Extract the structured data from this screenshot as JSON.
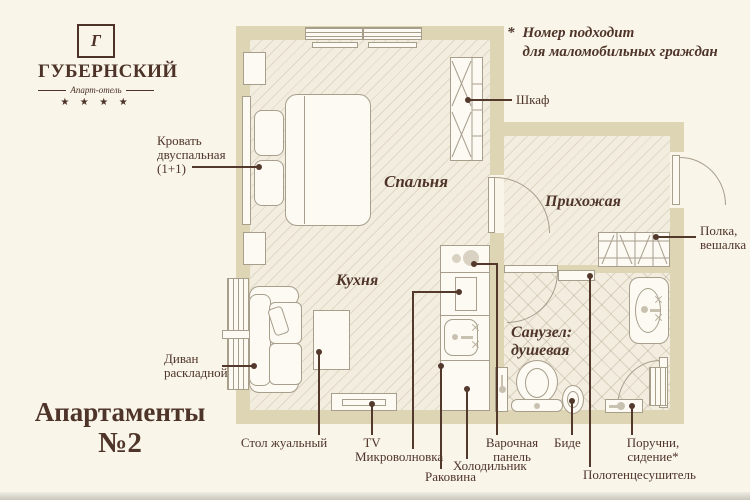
{
  "colors": {
    "accent": "#4f3429",
    "wall": "#ded5b5",
    "floor": "#f2eddf",
    "outline": "#a89e8c",
    "background": "#f9f5e9"
  },
  "brand": {
    "name": "ГУБЕРНСКИЙ",
    "subtitle": "Апарт-отель",
    "stars": "★ ★ ★ ★",
    "monogram": "Г"
  },
  "note": {
    "mark": "*",
    "text": "Номер подходит\nдля маломобильных граждан"
  },
  "title": {
    "line1": "Апартаменты",
    "line2": "№2"
  },
  "rooms": {
    "bedroom": "Спальня",
    "kitchen": "Кухня",
    "hallway": "Прихожая",
    "bathroom": "Санузел:\nдушевая"
  },
  "callouts": {
    "bed": "Кровать\nдвуспальная\n(1+1)",
    "sofa": "Диван\nраскладной",
    "wardrobe": "Шкаф",
    "shelf": "Полка,\nвешалка",
    "coffee_table": "Стол жуальный",
    "tv": "TV",
    "microwave": "Микроволновка",
    "sink": "Раковина",
    "fridge": "Холодильник",
    "hob": "Варочная\nпанель",
    "bidet": "Биде",
    "towel_rail": "Полотенцесушитель",
    "handrails": "Поручни,\nсидение*"
  }
}
